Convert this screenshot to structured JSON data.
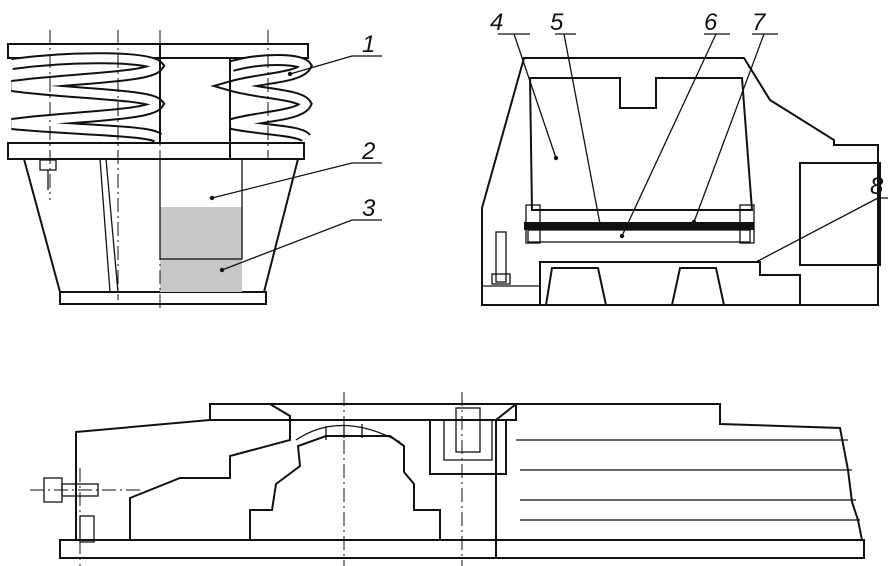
{
  "figure": {
    "labels": [
      "1",
      "2",
      "3",
      "4",
      "5",
      "6",
      "7",
      "8"
    ]
  },
  "colors": {
    "ink": "#111111",
    "fill_gray": "#c8c8c8",
    "background": "#ffffff"
  }
}
